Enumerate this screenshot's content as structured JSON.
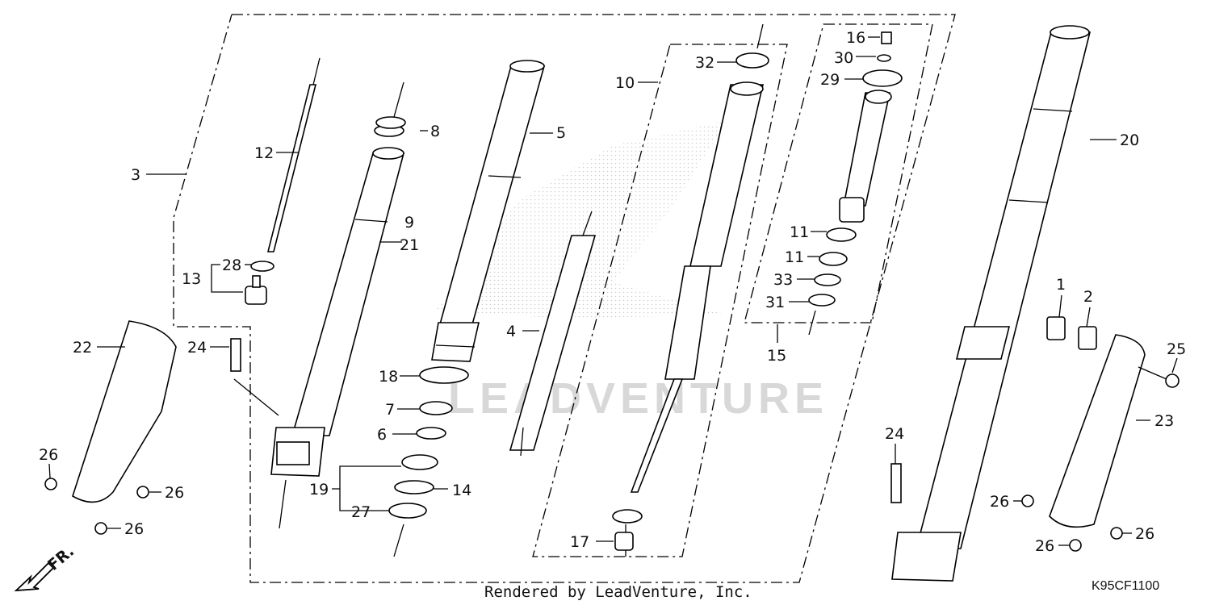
{
  "diagram": {
    "footer_text": "Rendered by LeadVenture, Inc.",
    "diagram_code": "K95CF1100",
    "direction_label": "FR.",
    "watermark_text": "LEADVENTURE",
    "callouts": {
      "c1": "1",
      "c2": "2",
      "c3": "3",
      "c4": "4",
      "c5": "5",
      "c6": "6",
      "c7": "7",
      "c8": "8",
      "c9": "9",
      "c10": "10",
      "c11a": "11",
      "c11b": "11",
      "c12": "12",
      "c13": "13",
      "c14": "14",
      "c15": "15",
      "c16": "16",
      "c17": "17",
      "c18": "18",
      "c19": "19",
      "c20": "20",
      "c21": "21",
      "c22": "22",
      "c23": "23",
      "c24a": "24",
      "c24b": "24",
      "c25": "25",
      "c26a": "26",
      "c26b": "26",
      "c26c": "26",
      "c26d": "26",
      "c26e": "26",
      "c26f": "26",
      "c27": "27",
      "c28": "28",
      "c29": "29",
      "c30": "30",
      "c31": "31",
      "c32": "32",
      "c33": "33"
    }
  }
}
